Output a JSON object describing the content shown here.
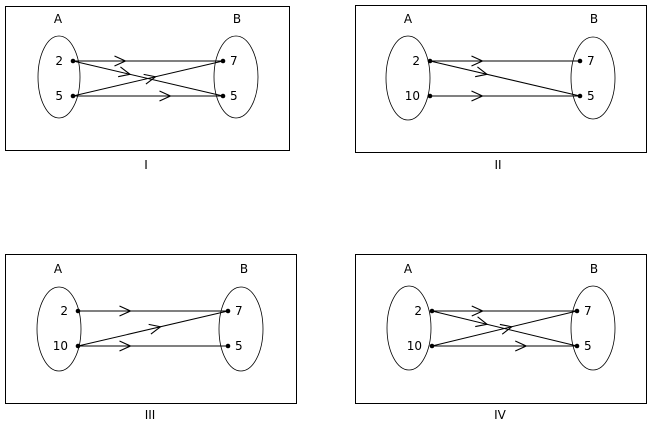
{
  "panels": [
    {
      "caption": "I",
      "set_a_label": "A",
      "set_b_label": "B",
      "a_elements": [
        "2",
        "5"
      ],
      "b_elements": [
        "7",
        "5"
      ],
      "mappings": [
        [
          "2",
          "7"
        ],
        [
          "2",
          "5"
        ],
        [
          "5",
          "7"
        ],
        [
          "5",
          "5"
        ]
      ]
    },
    {
      "caption": "II",
      "set_a_label": "A",
      "set_b_label": "B",
      "a_elements": [
        "2",
        "10"
      ],
      "b_elements": [
        "7",
        "5"
      ],
      "mappings": [
        [
          "2",
          "7"
        ],
        [
          "2",
          "5"
        ],
        [
          "10",
          "5"
        ]
      ]
    },
    {
      "caption": "III",
      "set_a_label": "A",
      "set_b_label": "B",
      "a_elements": [
        "2",
        "10"
      ],
      "b_elements": [
        "7",
        "5"
      ],
      "mappings": [
        [
          "2",
          "7"
        ],
        [
          "10",
          "7"
        ],
        [
          "10",
          "5"
        ]
      ]
    },
    {
      "caption": "IV",
      "set_a_label": "A",
      "set_b_label": "B",
      "a_elements": [
        "2",
        "10"
      ],
      "b_elements": [
        "7",
        "5"
      ],
      "mappings": [
        [
          "2",
          "7"
        ],
        [
          "2",
          "5"
        ],
        [
          "10",
          "7"
        ],
        [
          "10",
          "5"
        ]
      ]
    }
  ]
}
